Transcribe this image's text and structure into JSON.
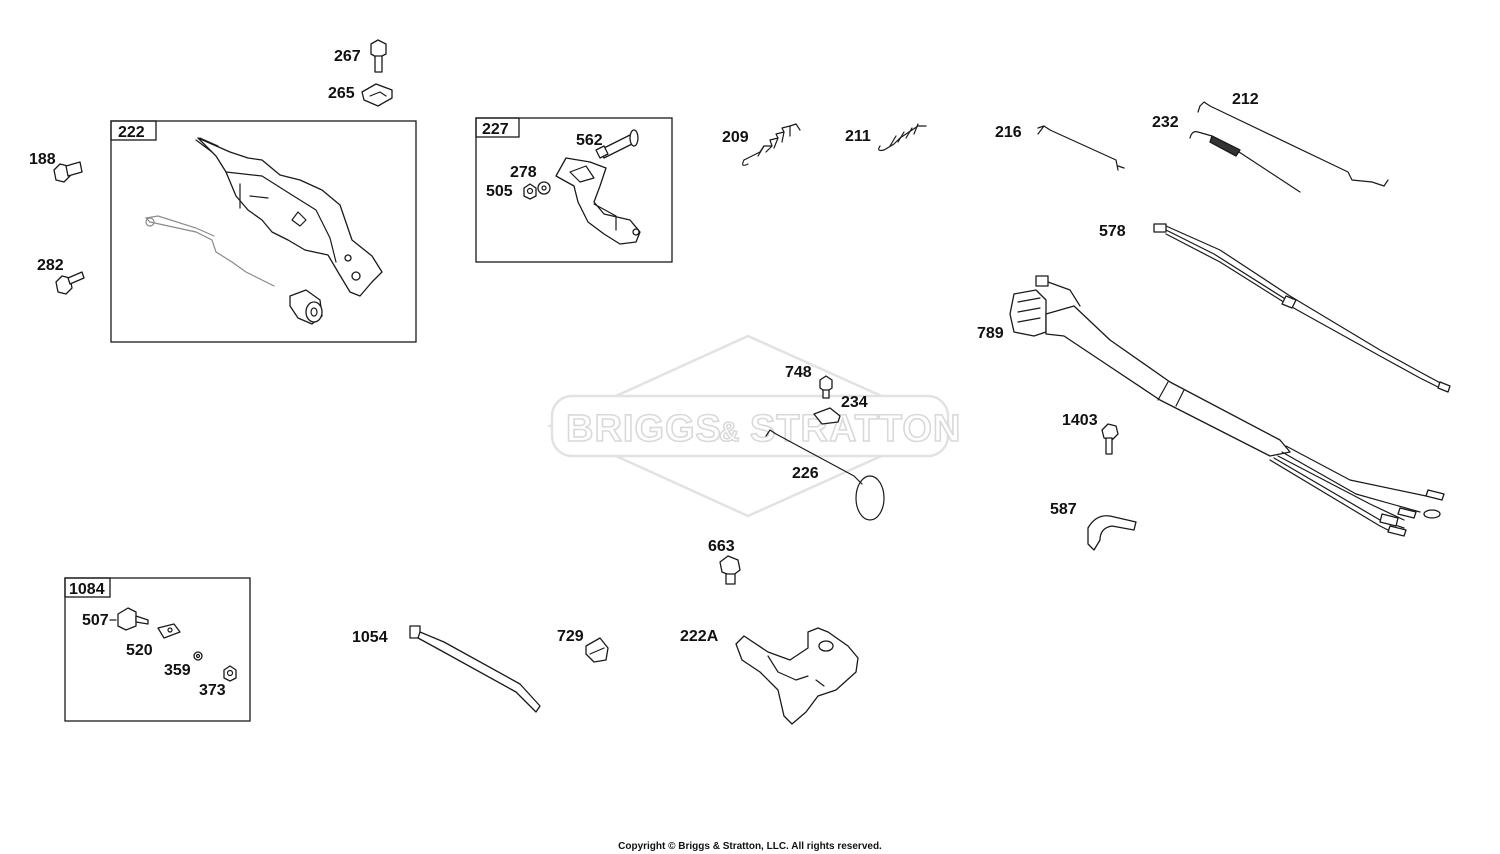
{
  "watermark": {
    "text_left": "BRIGGS",
    "text_amp": "&",
    "text_right": "STRATTON"
  },
  "copyright": "Copyright © Briggs & Stratton, LLC. All rights reserved.",
  "groups": {
    "g222": "222",
    "g227": "227",
    "g1084": "1084"
  },
  "parts": {
    "p267": "267",
    "p265": "265",
    "p188": "188",
    "p282": "282",
    "p562": "562",
    "p278": "278",
    "p505": "505",
    "p209": "209",
    "p211": "211",
    "p216": "216",
    "p212": "212",
    "p232": "232",
    "p578": "578",
    "p789": "789",
    "p748": "748",
    "p234": "234",
    "p226": "226",
    "p1403": "1403",
    "p587": "587",
    "p663": "663",
    "p507": "507",
    "p520": "520",
    "p359": "359",
    "p373": "373",
    "p1054": "1054",
    "p729": "729",
    "p222A": "222A"
  }
}
